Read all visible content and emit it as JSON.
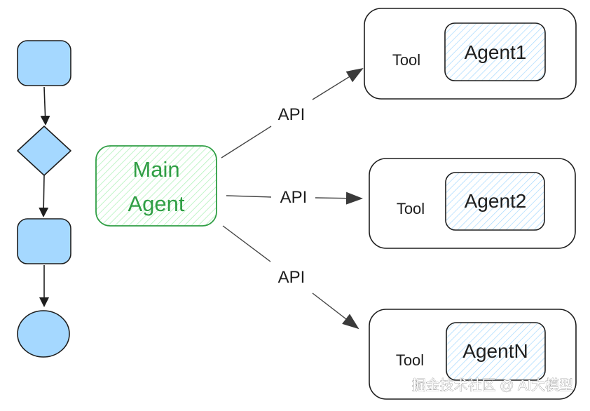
{
  "main_agent": {
    "line1": "Main",
    "line2": "Agent"
  },
  "edge_labels": {
    "api1": "API",
    "api2": "API",
    "api3": "API"
  },
  "tools": [
    {
      "tool_label": "Tool",
      "agent_label": "Agent1"
    },
    {
      "tool_label": "Tool",
      "agent_label": "Agent2"
    },
    {
      "tool_label": "Tool",
      "agent_label": "AgentN"
    }
  ],
  "watermark": "掘金技术社区 @ AI大模型",
  "colors": {
    "flow_fill": "#a5d8ff",
    "stroke": "#1e1e1e",
    "main_green": "#2f9e44",
    "main_hatch": "#b2f2bb",
    "agent_hatch": "#a5d8ff",
    "edge_gray": "#444444"
  }
}
